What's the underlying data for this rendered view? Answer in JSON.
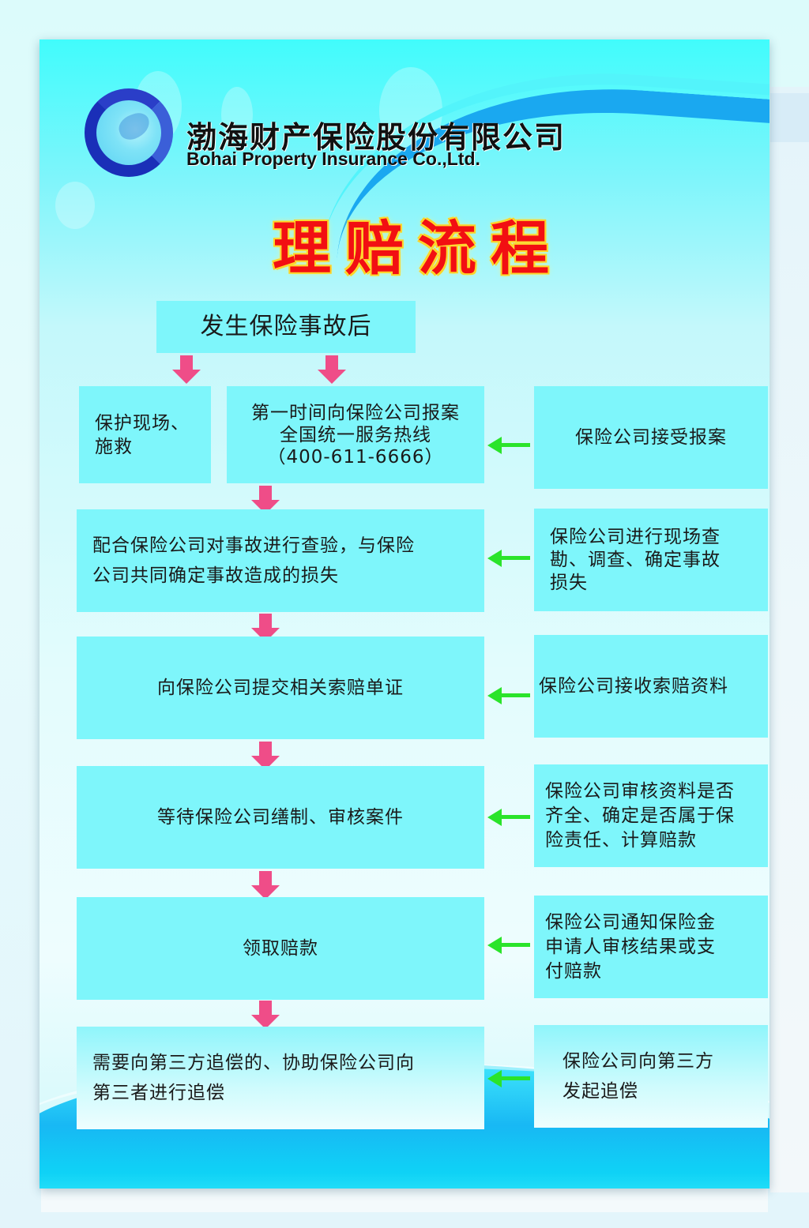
{
  "header": {
    "company_name_cn": "渤海财产保险股份有限公司",
    "company_name_en": "Bohai Property Insurance Co.,Ltd.",
    "title": "理赔流程",
    "logo_icon": "blue-ring-wave-logo"
  },
  "colors": {
    "box_fill": "#7ef6fb",
    "down_arrow": "#ef4d88",
    "left_arrow": "#2ae42a",
    "title_red": "#f20f12",
    "title_glow": "#ffd21f",
    "logo_blue": "#1a2fb8"
  },
  "flow": {
    "start": "发生保险事故后",
    "left_steps": [
      {
        "id": "protect-scene",
        "text": "保护现场、\n施救"
      },
      {
        "id": "report",
        "text": "第一时间向保险公司报案\n全国统一服务热线\n（400-611-6666）"
      },
      {
        "id": "cooperate-inspection",
        "text": "配合保险公司对事故进行查验，与保险\n公司共同确定事故造成的损失"
      },
      {
        "id": "submit-documents",
        "text": "向保险公司提交相关索赔单证"
      },
      {
        "id": "wait-review",
        "text": "等待保险公司缮制、审核案件"
      },
      {
        "id": "collect-payment",
        "text": "领取赔款"
      },
      {
        "id": "assist-recovery",
        "text": "需要向第三方追偿的、协助保险公司向\n第三者进行追偿"
      }
    ],
    "right_steps": [
      {
        "id": "accept-report",
        "text": "保险公司接受报案"
      },
      {
        "id": "site-survey",
        "text": "保险公司进行现场查\n勘、调查、确定事故\n损失"
      },
      {
        "id": "receive-materials",
        "text": "保险公司接收索赔资料"
      },
      {
        "id": "audit-materials",
        "text": "保险公司审核资料是否\n齐全、确定是否属于保\n险责任、计算赔款"
      },
      {
        "id": "notify-result",
        "text": "保险公司通知保险金\n申请人审核结果或支\n付赔款"
      },
      {
        "id": "initiate-recovery",
        "text": "保险公司向第三方\n发起追偿"
      }
    ],
    "hotline": "400-611-6666"
  }
}
